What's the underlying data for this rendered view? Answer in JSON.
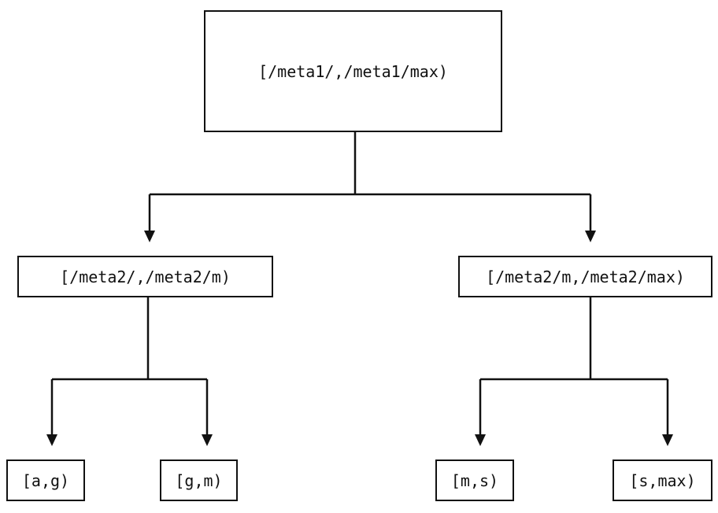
{
  "diagram": {
    "type": "tree",
    "background_color": "#ffffff",
    "line_color": "#111111",
    "text_color": "#111111",
    "nodes": [
      {
        "id": "root",
        "label": "[/meta1/,/meta1/max)"
      },
      {
        "id": "left",
        "label": "[/meta2/,/meta2/m)"
      },
      {
        "id": "right",
        "label": "[/meta2/m,/meta2/max)"
      },
      {
        "id": "left-left",
        "label": "[a,g)"
      },
      {
        "id": "left-right",
        "label": "[g,m)"
      },
      {
        "id": "right-left",
        "label": "[m,s)"
      },
      {
        "id": "right-right",
        "label": "[s,max)"
      }
    ],
    "edges": [
      {
        "from": "root",
        "to": "left"
      },
      {
        "from": "root",
        "to": "right"
      },
      {
        "from": "left",
        "to": "left-left"
      },
      {
        "from": "left",
        "to": "left-right"
      },
      {
        "from": "right",
        "to": "right-left"
      },
      {
        "from": "right",
        "to": "right-right"
      }
    ]
  }
}
